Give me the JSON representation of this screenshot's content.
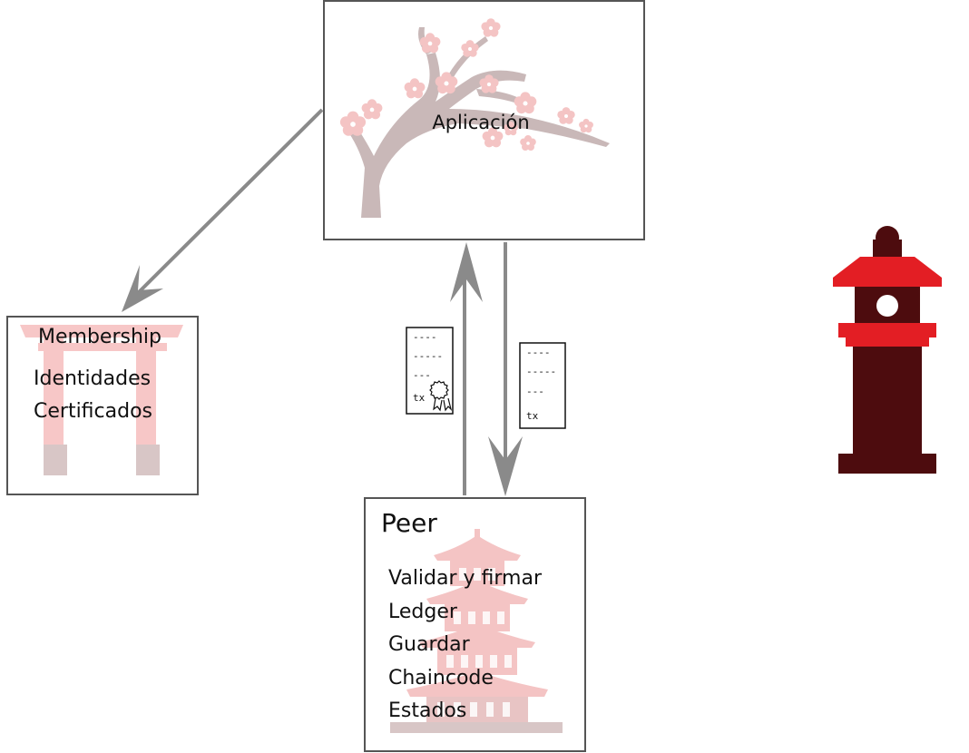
{
  "app": {
    "label": "Aplicación"
  },
  "membership": {
    "title": "Membership",
    "items": [
      "Identidades",
      "Certificados"
    ]
  },
  "peer": {
    "title": "Peer",
    "items": [
      "Validar y firmar",
      "Ledger",
      "Guardar",
      "Chaincode",
      "Estados"
    ]
  },
  "tx_docs": {
    "signed": {
      "lines": [
        "----",
        "-----",
        "---"
      ],
      "tx": "tx"
    },
    "unsigned": {
      "lines": [
        "----",
        "-----",
        "---"
      ],
      "tx": "tx"
    }
  },
  "icons": [
    "cherry-blossom-icon",
    "torii-gate-icon",
    "pagoda-icon",
    "stone-lantern-icon",
    "certificate-seal-icon"
  ],
  "colors": {
    "box_border": "#555555",
    "arrow": "#8a8a8a",
    "blossom_branch": "#c9b8b8",
    "blossom_flower": "#f4c4c4",
    "torii": "#f7c7c7",
    "torii_post_base": "#d8c6c6",
    "pagoda": "#f4c4c4",
    "lantern_roof": "#e31e24",
    "lantern_body": "#4d0c0e"
  }
}
